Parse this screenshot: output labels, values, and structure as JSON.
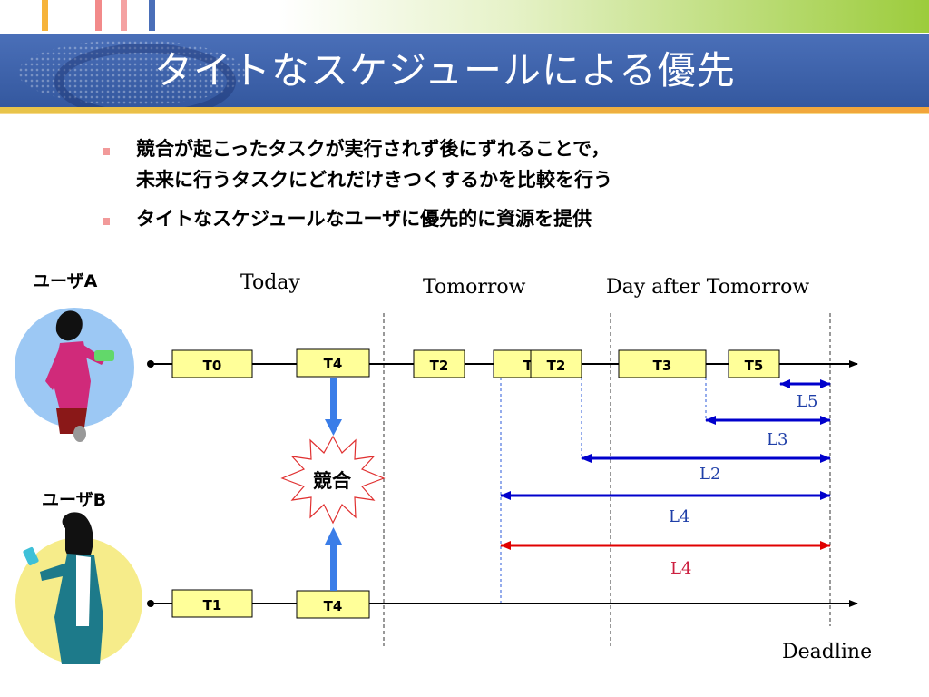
{
  "header": {
    "title": "タイトなスケジュールによる優先",
    "accent_colors": [
      "#f6b33a",
      "#f28a8a",
      "#f4a2a2",
      "#4a6fb8"
    ]
  },
  "bullets": [
    {
      "lines": [
        "競合が起こったタスクが実行されず後にずれることで，",
        "未来に行うタスクにどれだけきつくするかを比較を行う"
      ]
    },
    {
      "lines": [
        "タイトなスケジュールなユーザに優先的に資源を提供"
      ]
    }
  ],
  "diagram": {
    "periods": {
      "today": "Today",
      "tomorrow": "Tomorrow",
      "day_after": "Day after Tomorrow"
    },
    "deadline": "Deadline",
    "user_a": {
      "label": "ユーザA",
      "tasks": {
        "t0": "T0",
        "t4": "T4",
        "t2": "T2",
        "t_hidden": "T",
        "t2b": "T2",
        "t3": "T3",
        "t5": "T5"
      }
    },
    "user_b": {
      "label": "ユーザB",
      "tasks": {
        "t1": "T1",
        "t4": "T4"
      }
    },
    "conflict": "競合",
    "latency_labels": {
      "l5": "L5",
      "l3": "L3",
      "l2": "L2",
      "l4_blue": "L4",
      "l4_red": "L4"
    },
    "colors": {
      "task_fill": "#ffff99",
      "arrow_blue": "#0000cc",
      "arrow_red": "#e00000",
      "conflict_arrow": "#3a7de8",
      "label_blue": "#1f3fa8",
      "label_red": "#cc1f3f",
      "user_a_circle": "#9cc8f4",
      "user_b_circle": "#f6ec8a"
    }
  }
}
